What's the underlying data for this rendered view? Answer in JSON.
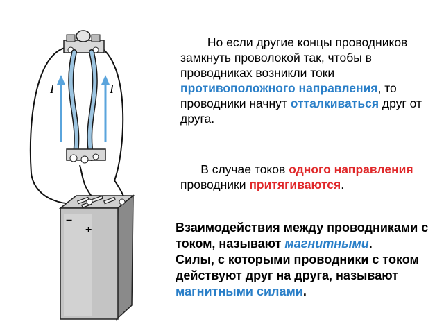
{
  "illustration": {
    "current_label_left": "I",
    "current_label_right": "I",
    "minus_sign": "−",
    "plus_sign": "+"
  },
  "paragraph1": {
    "part1": "Но если другие концы проводников замкнуть проволокой так, чтобы в проводниках возникли токи ",
    "highlight1": "противоположного направления",
    "part2": ", то проводники начнут ",
    "highlight2": "отталкиваться",
    "part3": " друг от друга."
  },
  "paragraph2": {
    "part1": "В случае токов ",
    "highlight1": "одного направления",
    "part2": " проводники ",
    "highlight2": "притягиваются",
    "part3": "."
  },
  "definition": {
    "part1": "Взаимодействия между проводниками с током, называют ",
    "highlight1": "магнитными",
    "part2": ".",
    "part3": " Силы, с которыми проводники с током действуют друг на друга, называют ",
    "highlight2": "магнитными силами",
    "part4": "."
  },
  "colors": {
    "accent_blue": "#2a7fc8",
    "accent_red": "#e0282a",
    "conductor": "#9cc4e0"
  }
}
